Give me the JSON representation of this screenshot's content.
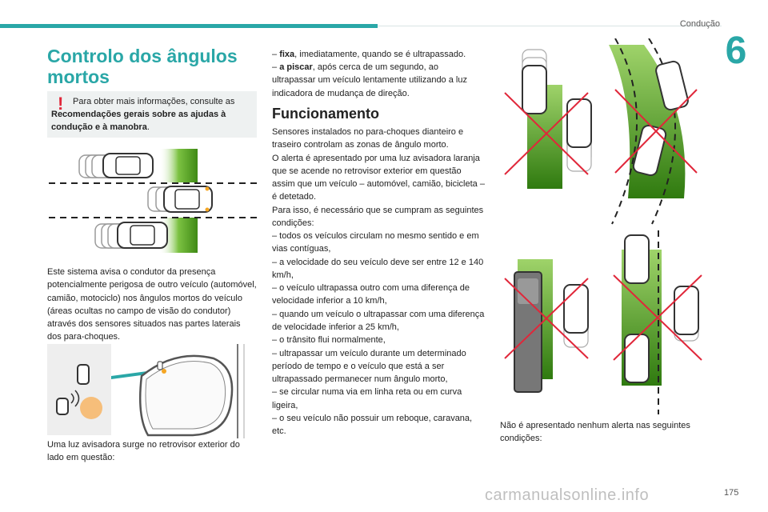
{
  "header": {
    "section": "Condução",
    "chapter": "6"
  },
  "title": "Controlo dos ângulos mortos",
  "note": {
    "prefix": "Para obter mais informações, consulte as",
    "bold": "Recomendações gerais sobre as ajudas à condução e à manobra",
    "suffix": "."
  },
  "left": {
    "para1": "Este sistema avisa o condutor da presença potencialmente perigosa de outro veículo (automóvel, camião, motociclo) nos ângulos mortos do veículo (áreas ocultas no campo de visão do condutor) através dos sensores situados nas partes laterais dos para-choques.",
    "para2": "Uma luz avisadora surge no retrovisor exterior do lado em questão:"
  },
  "middle": {
    "item1_bold": "fixa",
    "item1_text": ", imediatamente, quando se é ultrapassado.",
    "item2_bold": "a piscar",
    "item2_text": ", após cerca de um segundo, ao ultrapassar um veículo lentamente utilizando a luz indicadora de mudança de direção.",
    "heading": "Funcionamento",
    "body": [
      "Sensores instalados no para-choques dianteiro e traseiro controlam as zonas de ângulo morto.",
      "O alerta é apresentado por uma luz avisadora laranja que se acende no retrovisor exterior em questão assim que um veículo – automóvel, camião, bicicleta – é detetado.",
      "Para isso, é necessário que se cumpram as seguintes condições:",
      "–  todos os veículos circulam no mesmo sentido e em vias contíguas,",
      "–  a velocidade do seu veículo deve ser entre 12 e 140 km/h,",
      "–  o veículo ultrapassa outro com uma diferença de velocidade inferior a 10 km/h,",
      "–  quando um veículo o ultrapassar com uma diferença de velocidade inferior a 25 km/h,",
      "–  o trânsito flui normalmente,",
      "–  ultrapassar um veículo durante um determinado período de tempo e o veículo que está a ser ultrapassado permanecer num ângulo morto,",
      "–  se circular numa via em linha reta ou em curva ligeira,",
      "–  o seu veículo não possuir um reboque, caravana, etc."
    ]
  },
  "right": {
    "caption": "Não é apresentado nenhum alerta nas seguintes condições:"
  },
  "footer": {
    "page": "175",
    "watermark": "carmanualsonline.info"
  },
  "colors": {
    "accent": "#2aa7a7",
    "warning": "#e0273a",
    "green": "#4f9a1d",
    "orange": "#f5a623"
  }
}
